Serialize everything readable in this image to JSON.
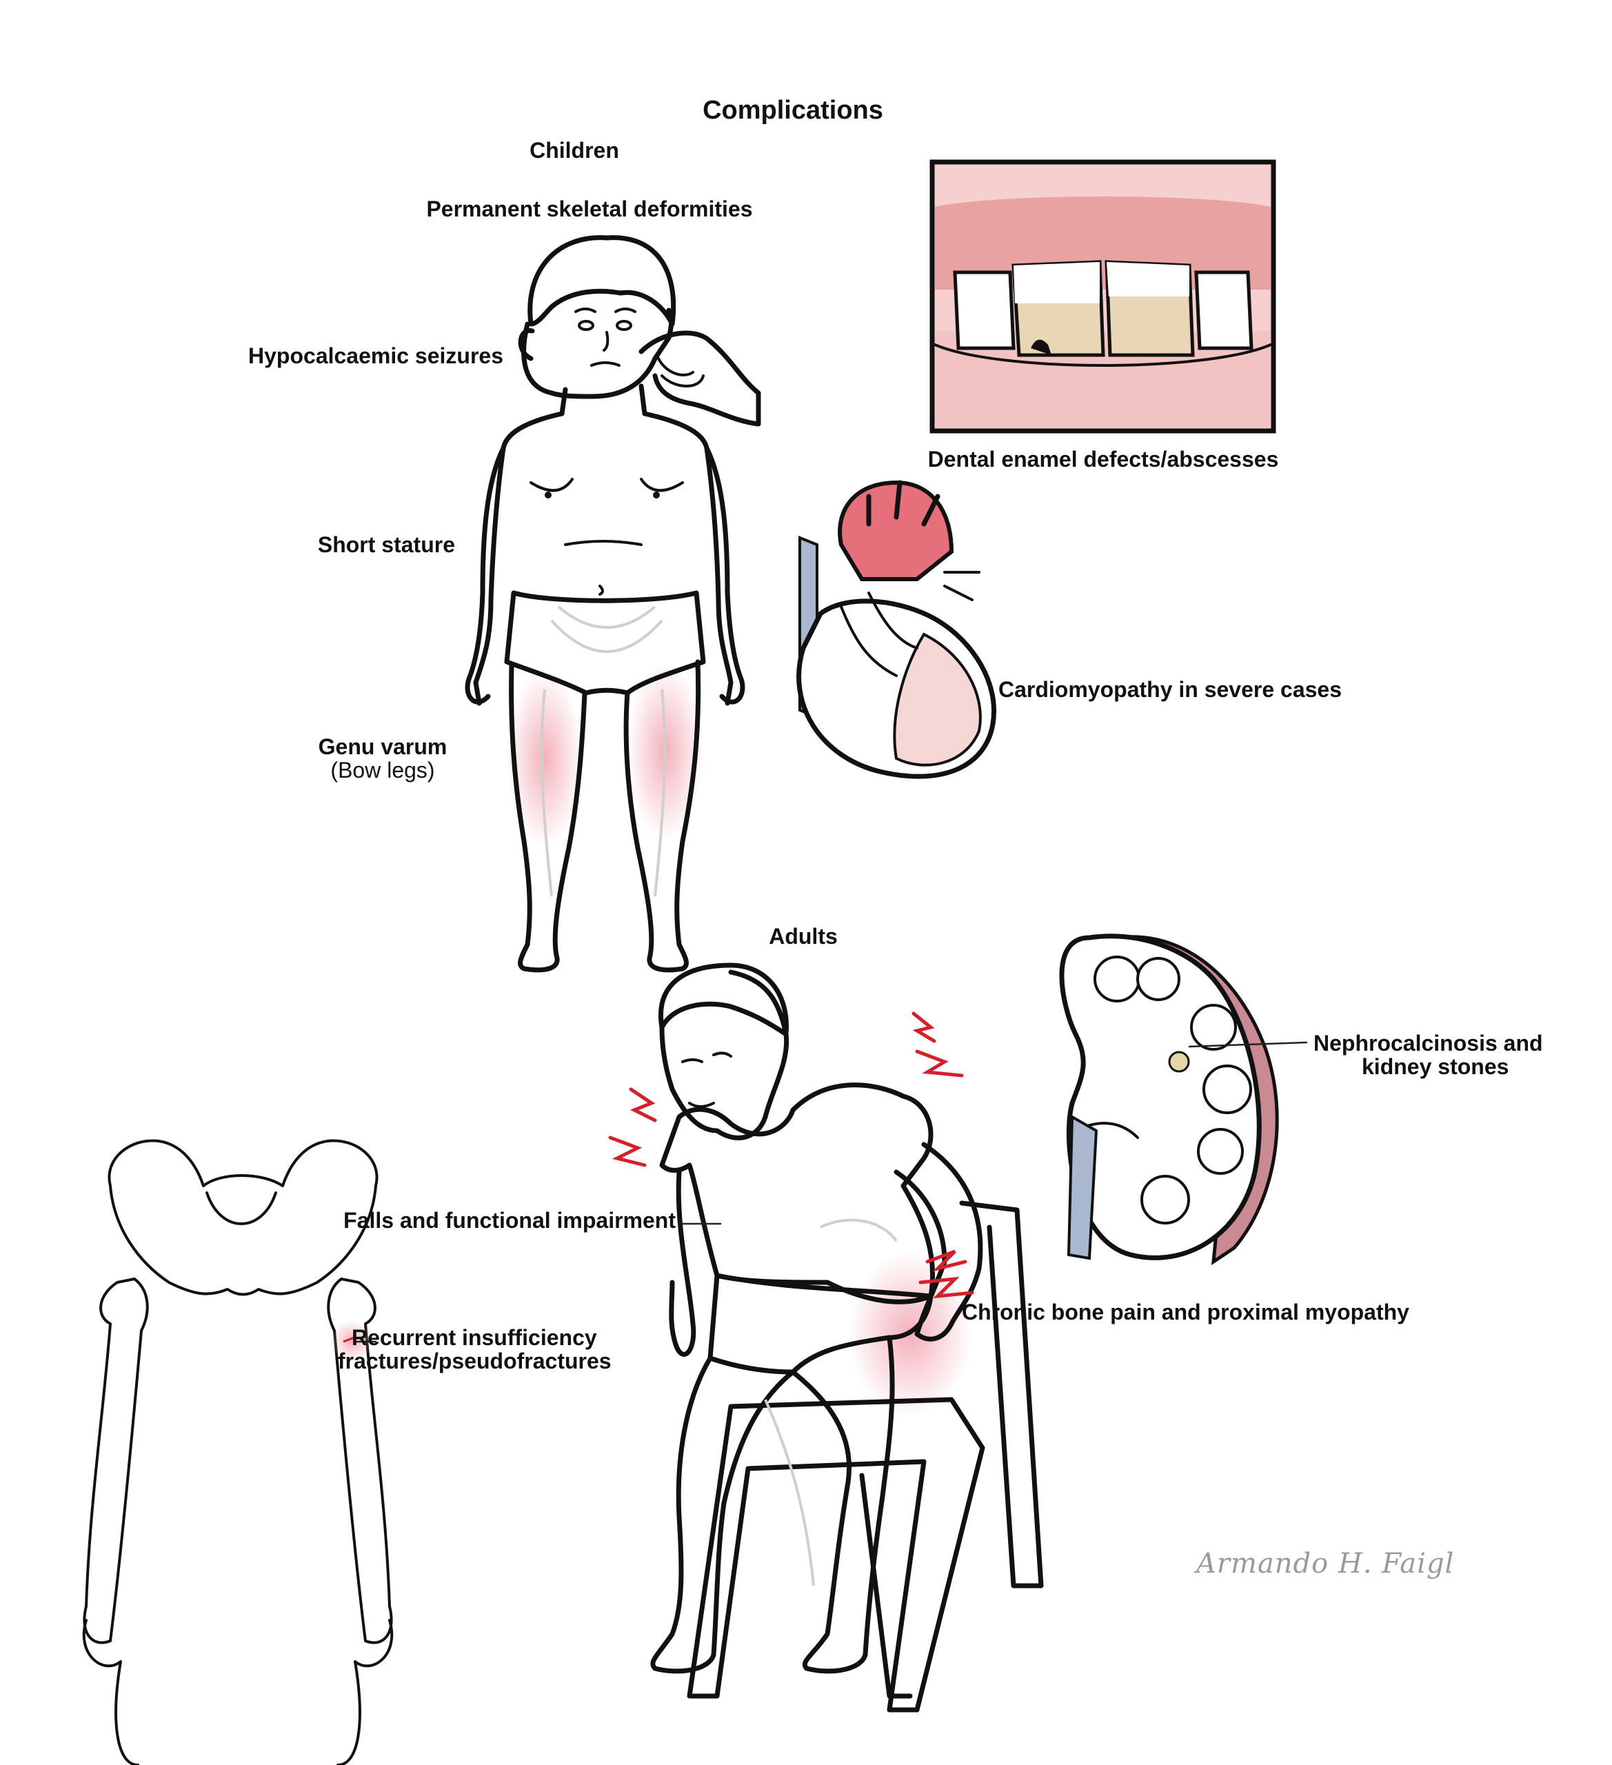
{
  "title": "Complications",
  "sections": {
    "children": "Children",
    "adults": "Adults"
  },
  "labels": {
    "skeletal": "Permanent skeletal deformities",
    "seizures": "Hypocalcaemic seizures",
    "dental": "Dental enamel defects/abscesses",
    "short_stature": "Short stature",
    "cardio": "Cardiomyopathy in severe cases",
    "genu_varum": "Genu varum",
    "genu_varum_sub": "(Bow legs)",
    "nephro_line1": "Nephrocalcinosis and",
    "nephro_line2": "kidney stones",
    "falls": "Falls and functional impairment",
    "fractures_line1": "Recurrent insufficiency",
    "fractures_line2": "fractures/pseudofractures",
    "bone_pain": "Chronic bone pain and proximal myopathy"
  },
  "signature": "Armando H. Faigl",
  "colors": {
    "outline": "#111111",
    "pain_marks": "#d3202a",
    "inflammation": "#f2a8b2",
    "gums": "#e8a2a2",
    "stained_enamel": "#e8d6b6",
    "aorta": "#e5707c",
    "vein": "#a9b8cf",
    "kidney_capsule": "#c98a92"
  }
}
